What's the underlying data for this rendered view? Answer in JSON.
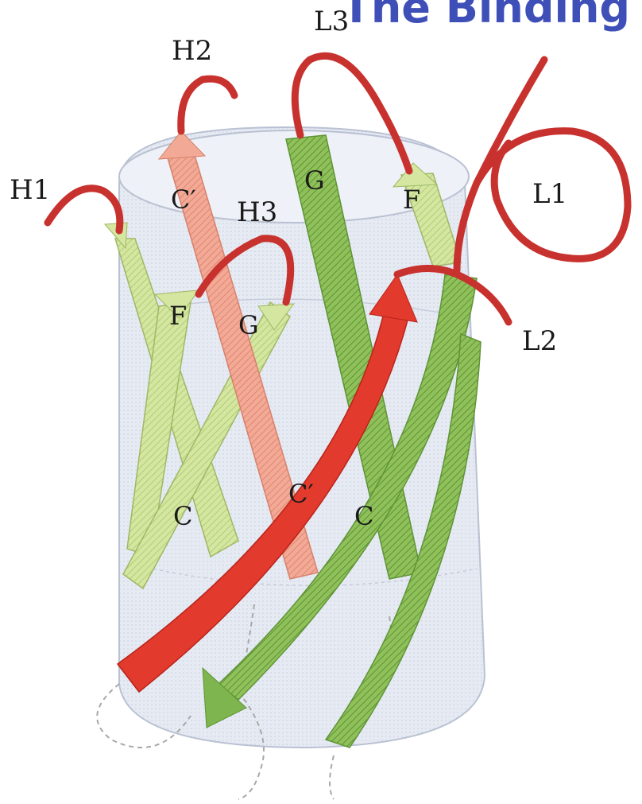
{
  "slide_title": "The Binding",
  "colors": {
    "title": "#3f4fb8",
    "loop_red": "#c8322e",
    "strand_light_green": "#c9de8f",
    "strand_green": "#7fb54e",
    "strand_pink": "#ef9a86",
    "strand_red": "#e23a2c",
    "barrel": "#dde3ef"
  },
  "cdr_labels": {
    "h1": "H1",
    "h2": "H2",
    "h3": "H3",
    "l1": "L1",
    "l2": "L2",
    "l3": "L3"
  },
  "strand_labels": {
    "heavy_c_prime": "C′",
    "heavy_f": "F",
    "heavy_g": "G",
    "heavy_c": "C",
    "light_g": "G",
    "light_f": "F",
    "light_c_prime": "C′",
    "light_c": "C"
  }
}
